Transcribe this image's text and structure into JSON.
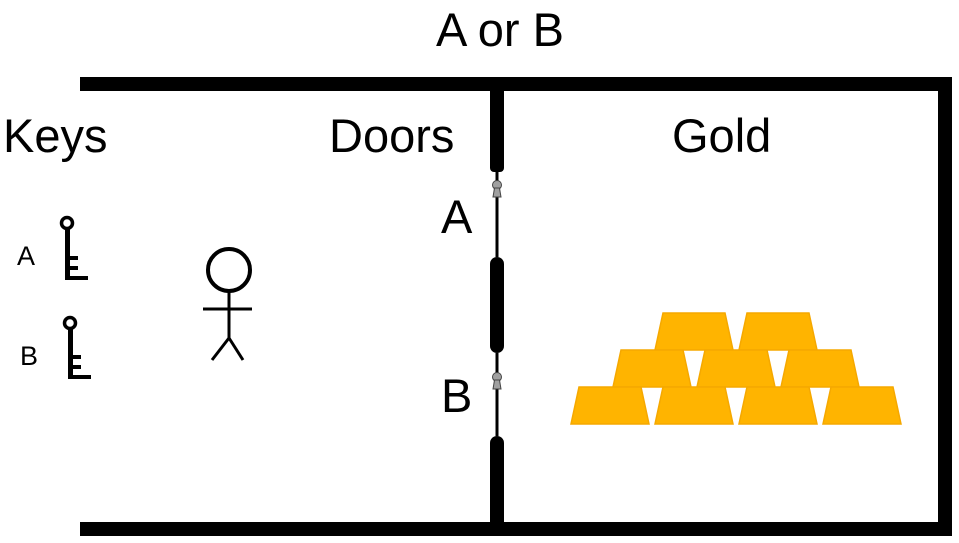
{
  "title": "A or B",
  "rooms": {
    "left": {
      "heading": "Keys"
    },
    "right": {
      "heading": "Gold"
    }
  },
  "keys": [
    {
      "label": "A",
      "icon": "key-icon"
    },
    {
      "label": "B",
      "icon": "key-icon"
    }
  ],
  "doors": {
    "heading": "Doors",
    "items": [
      {
        "label": "A",
        "icon": "keyhole-icon"
      },
      {
        "label": "B",
        "icon": "keyhole-icon"
      }
    ]
  },
  "figure": {
    "icon": "stick-figure-icon"
  },
  "gold": {
    "icon": "gold-bar-icon",
    "bars_per_row": [
      2,
      3,
      4
    ]
  },
  "colors": {
    "wall": "#000000",
    "gold_fill": "#FFB400",
    "gold_edge": "#F5A800",
    "keyhole": "#A0A0A0"
  }
}
